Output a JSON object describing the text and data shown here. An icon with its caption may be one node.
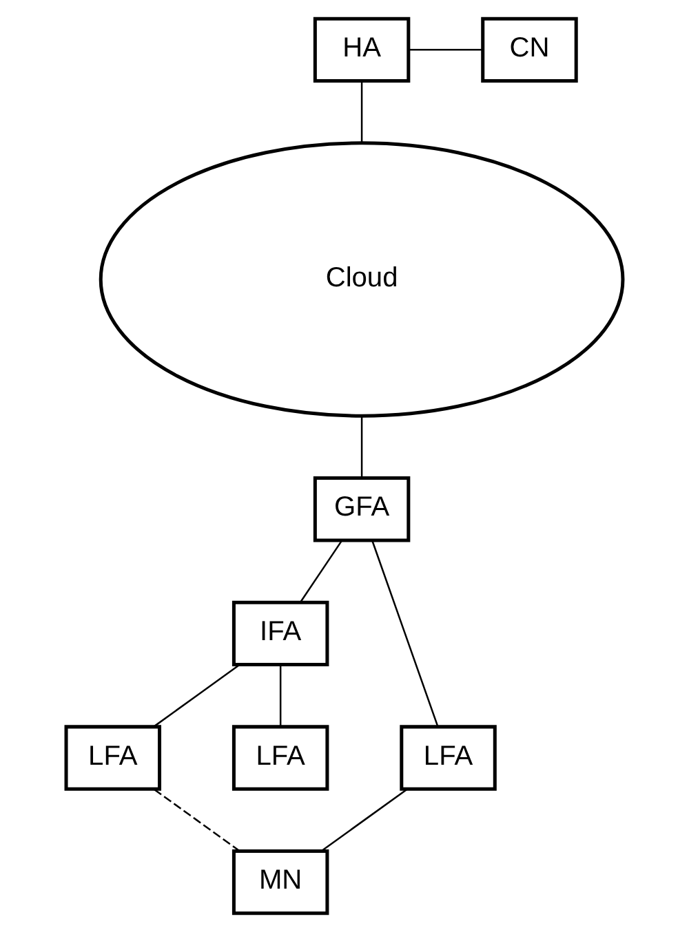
{
  "diagram": {
    "nodes": [
      {
        "text": [
          "HA"
        ]
      },
      {
        "text": [
          "CN"
        ]
      },
      {
        "text": [
          "Cloud"
        ]
      },
      {
        "text": [
          "GFA"
        ]
      },
      {
        "text": [
          "IFA"
        ]
      },
      {
        "text": [
          "LFA"
        ]
      },
      {
        "text": [
          "LFA"
        ]
      },
      {
        "text": [
          "LFA"
        ]
      },
      {
        "text": [
          "MN"
        ]
      }
    ],
    "edges": [
      {
        "from": 0,
        "to": 1,
        "arrow": "none"
      },
      {
        "from": 0,
        "to": 2,
        "arrow": "none"
      },
      {
        "from": 2,
        "to": 3,
        "arrow": "none"
      },
      {
        "from": 3,
        "to": 5,
        "arrow": "none"
      },
      {
        "from": 3,
        "to": 4,
        "arrow": "none"
      },
      {
        "from": 4,
        "to": 6,
        "arrow": "none"
      },
      {
        "from": 4,
        "to": 7,
        "arrow": "none"
      },
      {
        "from": 5,
        "to": 8,
        "arrow": "none"
      },
      {
        "from": 6,
        "to": 8,
        "arrow": "none",
        "style": "dashed"
      }
    ]
  }
}
